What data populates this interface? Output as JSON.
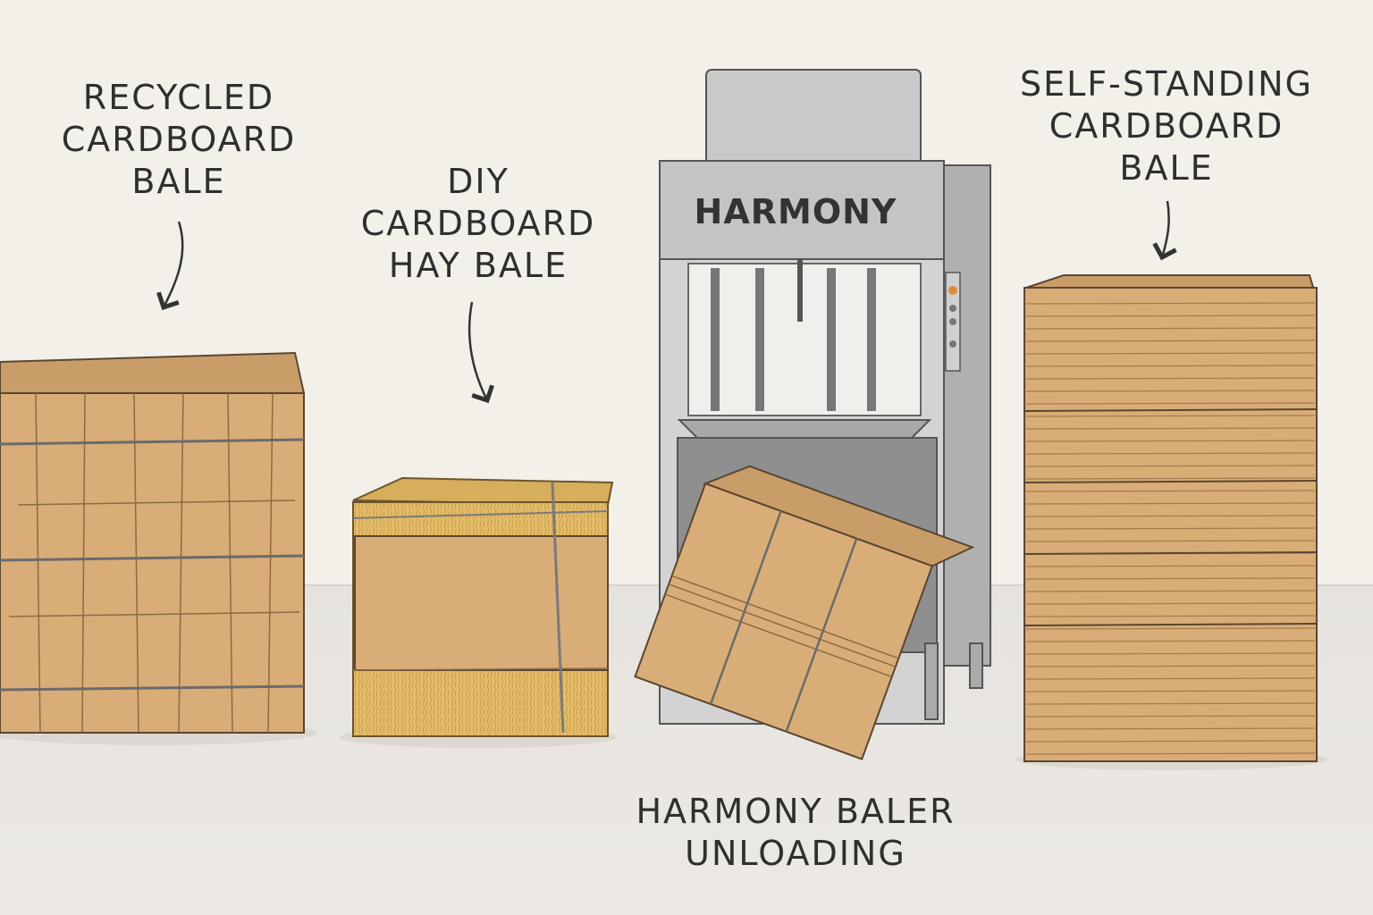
{
  "labels": {
    "recycled": [
      "RECYCLED",
      "CARDBOARD",
      "BALE"
    ],
    "diy": [
      "DIY",
      "CARDBOARD",
      "HAY BALE"
    ],
    "self_standing": [
      "SELF-STANDING",
      "CARDBOARD",
      "BALE"
    ],
    "baler_caption": [
      "HARMONY BALER",
      "UNLOADING"
    ]
  },
  "machine": {
    "brand": "HARMONY"
  },
  "colors": {
    "cardboard": "#d9ad78",
    "cardboard_dark": "#c4955f",
    "hay": "#e3bd6a",
    "machine": "#bfbfbf",
    "wall": "#f3f0ea",
    "floor": "#e6e3de",
    "ink": "#2f2f2f"
  }
}
